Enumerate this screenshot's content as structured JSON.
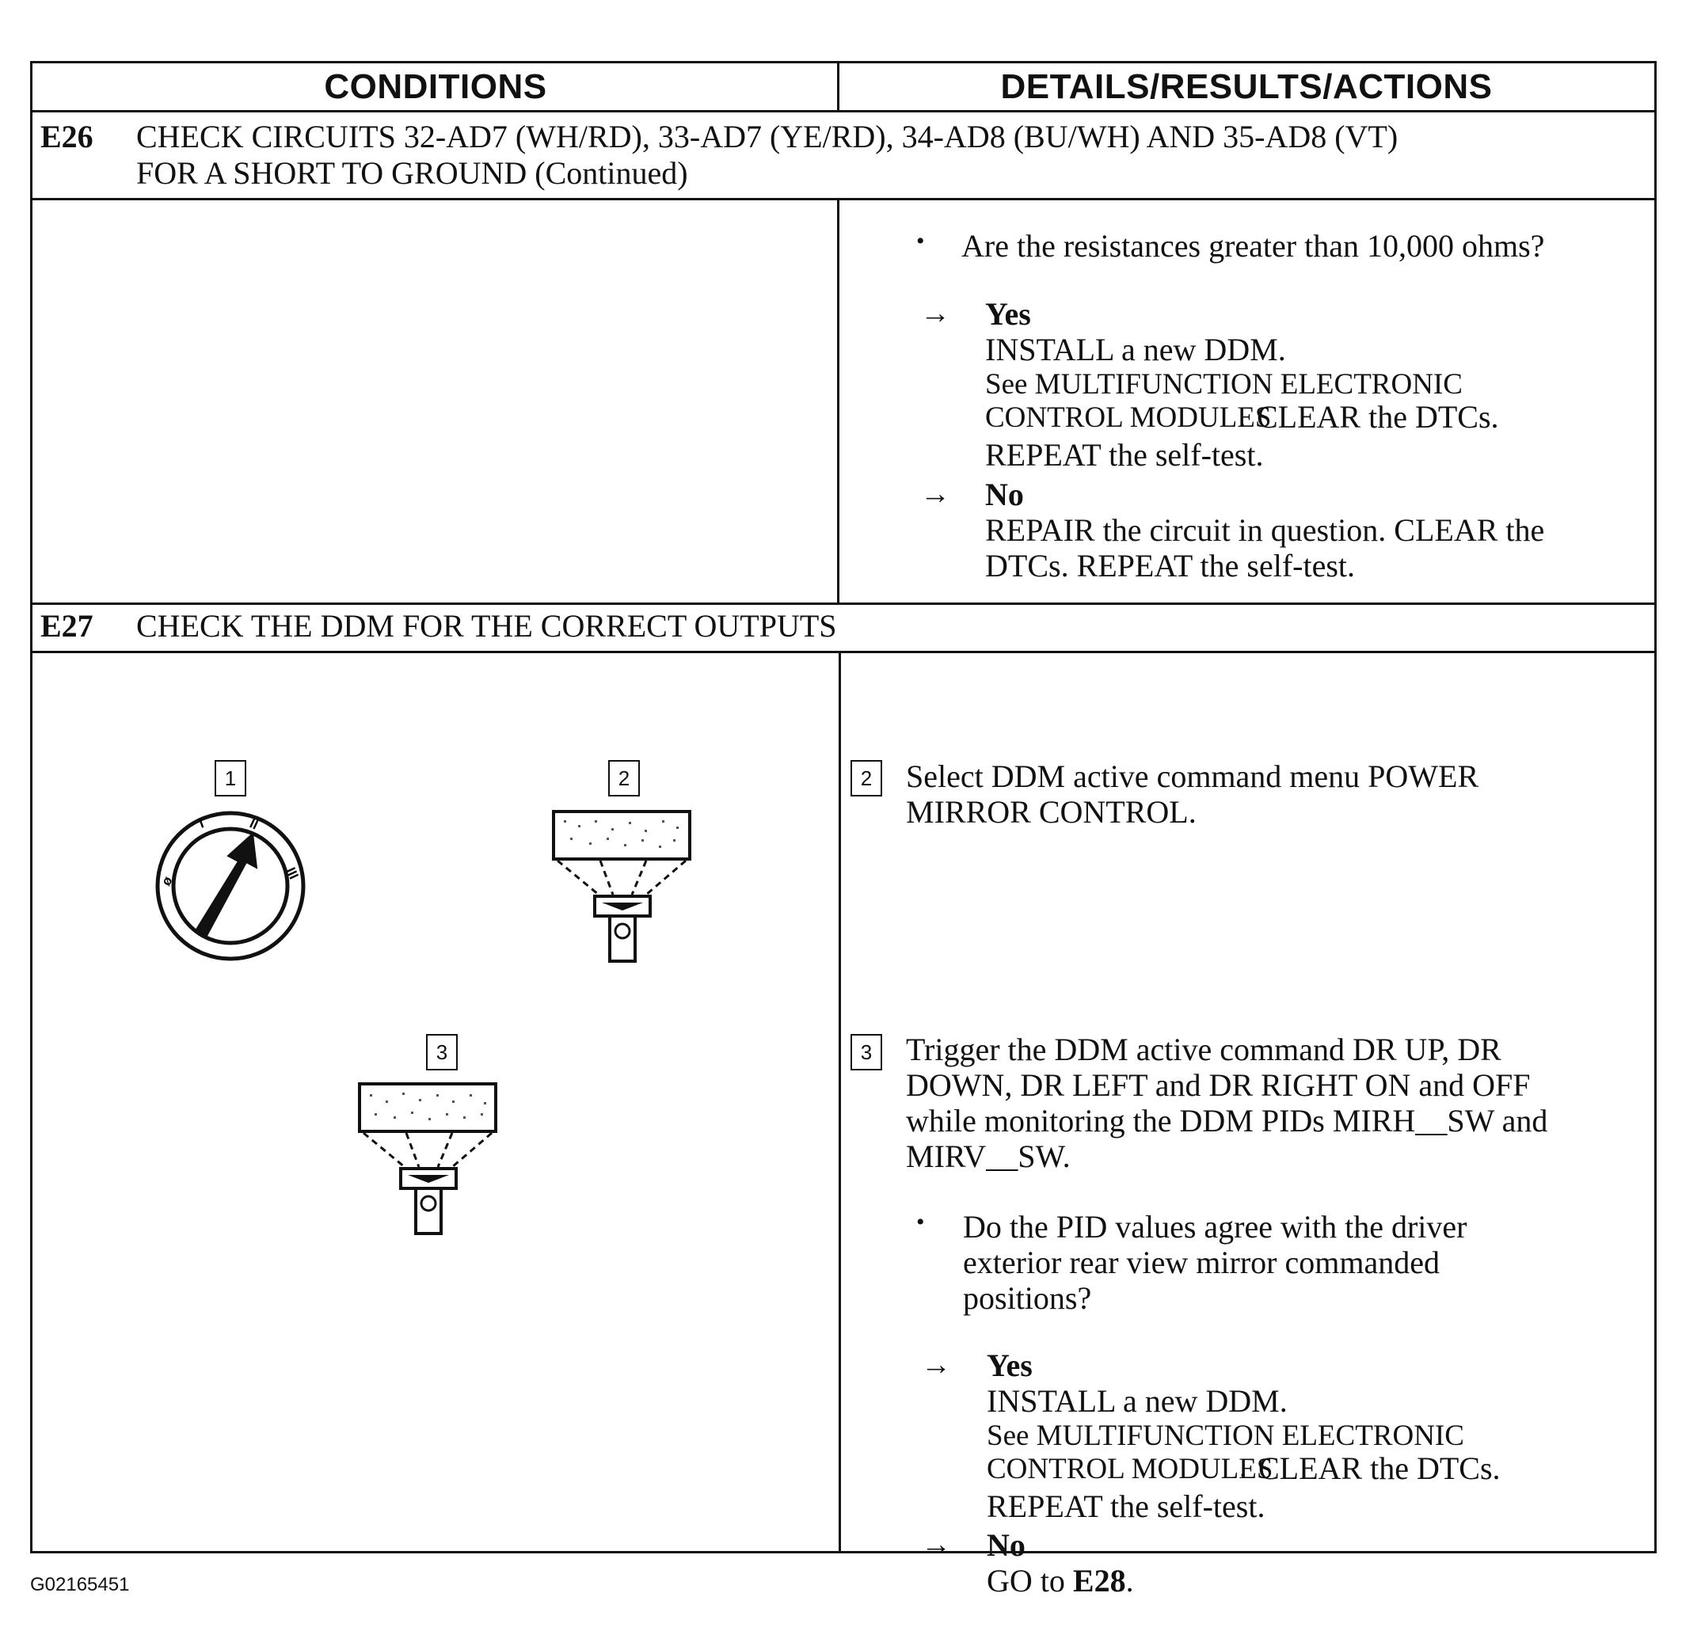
{
  "header": {
    "conditions": "CONDITIONS",
    "details": "DETAILS/RESULTS/ACTIONS"
  },
  "e26": {
    "number": "E26",
    "title_line1": "CHECK CIRCUITS 32-AD7 (WH/RD), 33-AD7 (YE/RD), 34-AD8 (BU/WH) AND 35-AD8 (VT)",
    "title_line2": "FOR A SHORT TO GROUND (Continued)",
    "question": "Are the resistances greater than 10,000 ohms?",
    "yes_label": "Yes",
    "yes_action": "INSTALL a new DDM.",
    "yes_see_1": "See MULTIFUNCTION ELECTRONIC",
    "yes_see_2a": "CONTROL MODULES",
    "yes_see_2b": "CLEAR the DTCs.",
    "yes_repeat": "REPEAT the self-test.",
    "no_label": "No",
    "no_action_1": "REPAIR the circuit in question. CLEAR the",
    "no_action_2": "DTCs. REPEAT the self-test."
  },
  "e27": {
    "number": "E27",
    "title": "CHECK THE DDM FOR THE CORRECT OUTPUTS",
    "callouts": [
      "1",
      "2",
      "3"
    ],
    "step2_line1": "Select DDM active command menu POWER",
    "step2_line2": "MIRROR CONTROL.",
    "step3_line1": "Trigger the DDM active command DR UP, DR",
    "step3_line2": "DOWN, DR LEFT and DR RIGHT ON and OFF",
    "step3_line3": "while monitoring the DDM PIDs MIRH__SW and",
    "step3_line4": "MIRV__SW.",
    "question_line1": "Do the PID values agree with the driver",
    "question_line2": "exterior rear view mirror commanded",
    "question_line3": "positions?",
    "yes_label": "Yes",
    "yes_action": "INSTALL a new DDM.",
    "yes_see_1": "See MULTIFUNCTION ELECTRONIC",
    "yes_see_2a": "CONTROL MODULES",
    "yes_see_2b": "CLEAR the DTCs.",
    "yes_repeat": "REPEAT the self-test.",
    "no_label": "No",
    "no_action_prefix": "GO to ",
    "no_action_target": "E28",
    "no_action_suffix": "."
  },
  "ignition": {
    "pos0": "ø",
    "pos1": "I",
    "pos2": "II",
    "pos3": "III"
  },
  "symbols": {
    "bullet": "•",
    "arrow": "→",
    "sep_dot": "."
  },
  "footer": {
    "figure_id": "G02165451"
  }
}
